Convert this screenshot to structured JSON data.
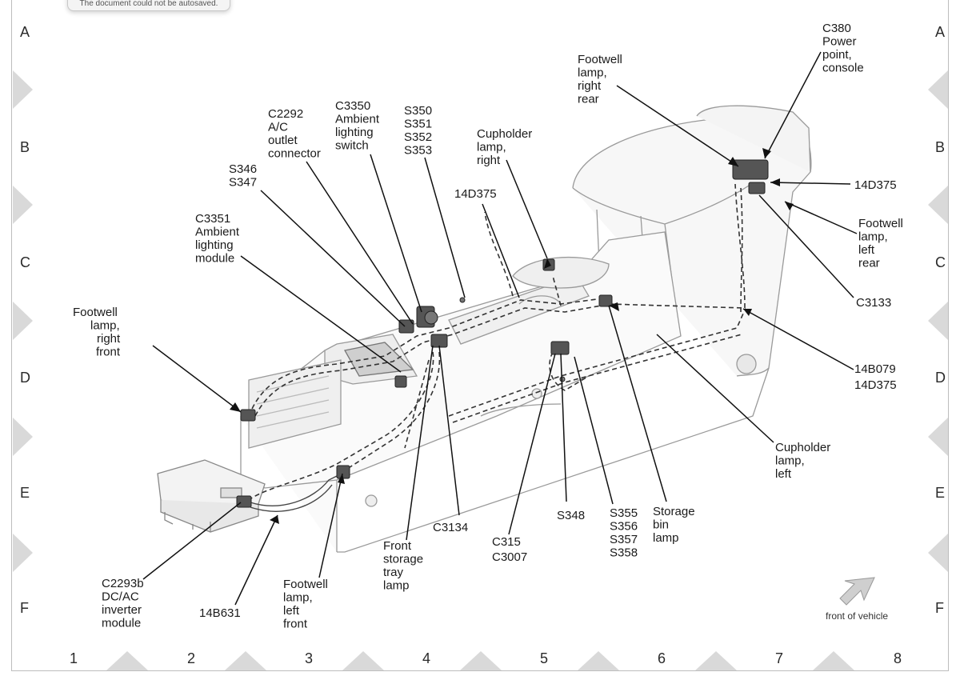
{
  "notification": {
    "text": "The document could not be autosaved."
  },
  "grid": {
    "rows": [
      "A",
      "B",
      "C",
      "D",
      "E",
      "F"
    ],
    "columns": [
      "1",
      "2",
      "3",
      "4",
      "5",
      "6",
      "7",
      "8"
    ]
  },
  "labels": {
    "footwell_right_front": [
      "Footwell",
      "lamp,",
      "right",
      "front"
    ],
    "c3351": [
      "C3351",
      "Ambient",
      "lighting",
      "module"
    ],
    "s346": [
      "S346",
      "S347"
    ],
    "c2292": [
      "C2292",
      "A/C",
      "outlet",
      "connector"
    ],
    "c3350": [
      "C3350",
      "Ambient",
      "lighting",
      "switch"
    ],
    "s350": [
      "S350",
      "S351",
      "S352",
      "S353"
    ],
    "d14d375_mid": [
      "14D375"
    ],
    "cupholder_right": [
      "Cupholder",
      "lamp,",
      "right"
    ],
    "footwell_right_rear": [
      "Footwell",
      "lamp,",
      "right",
      "rear"
    ],
    "c380": [
      "C380",
      "Power",
      "point,",
      "console"
    ],
    "d14d375_right": [
      "14D375"
    ],
    "footwell_left_rear": [
      "Footwell",
      "lamp,",
      "left",
      "rear"
    ],
    "c3133": [
      "C3133"
    ],
    "b14b079": [
      "14B079",
      "14D375"
    ],
    "cupholder_left": [
      "Cupholder",
      "lamp,",
      "left"
    ],
    "storage_bin": [
      "Storage",
      "bin",
      "lamp"
    ],
    "s355": [
      "S355",
      "S356",
      "S357",
      "S358"
    ],
    "s348": [
      "S348"
    ],
    "c315": [
      "C315",
      "C3007"
    ],
    "c3134": [
      "C3134"
    ],
    "front_storage": [
      "Front",
      "storage",
      "tray",
      "lamp"
    ],
    "footwell_left_front": [
      "Footwell",
      "lamp,",
      "left",
      "front"
    ],
    "b14b631": [
      "14B631"
    ],
    "c2293b": [
      "C2293b",
      "DC/AC",
      "inverter",
      "module"
    ]
  },
  "front_of_vehicle": "front of vehicle"
}
